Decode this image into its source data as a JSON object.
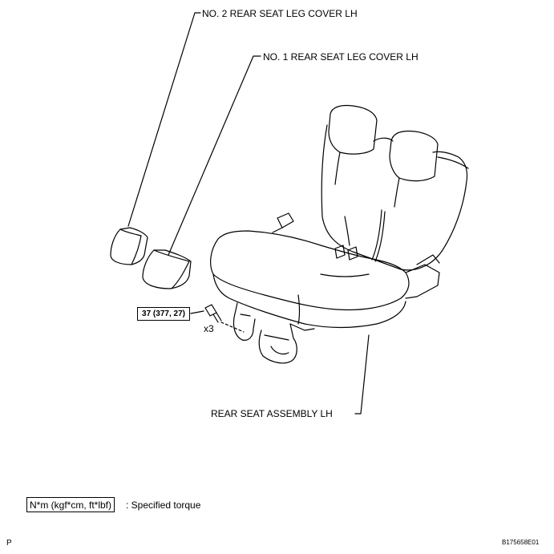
{
  "callouts": {
    "leg_cover_no2": "NO. 2 REAR SEAT LEG COVER LH",
    "leg_cover_no1": "NO. 1 REAR SEAT LEG COVER LH",
    "seat_assembly": "REAR SEAT ASSEMBLY LH"
  },
  "fastener": {
    "torque": "37 (377, 27)",
    "quantity": "x3"
  },
  "legend": {
    "unit": "N*m (kgf*cm, ft*lbf)",
    "description": ": Specified torque"
  },
  "footer": {
    "left_mark": "P",
    "figure_id": "B175658E01"
  }
}
